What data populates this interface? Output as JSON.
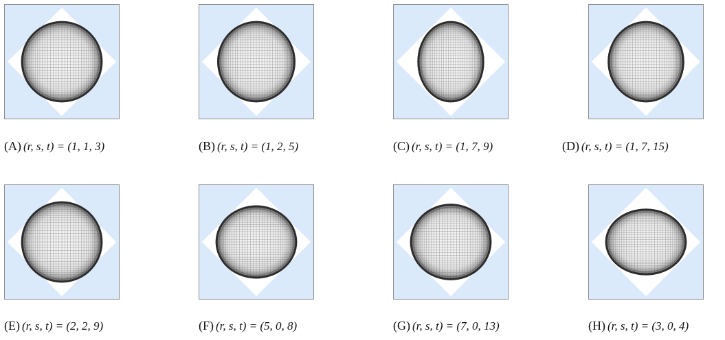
{
  "figure": {
    "panels": [
      {
        "id": "a",
        "letter": "(A)",
        "params": "(r, s, t) = (1, 1, 3)",
        "ellipse_ratio": [
          1.0,
          1.0
        ],
        "tilt": 0
      },
      {
        "id": "b",
        "letter": "(B)",
        "params": "(r, s, t) = (1, 2, 5)",
        "ellipse_ratio": [
          0.96,
          1.0
        ],
        "tilt": 0
      },
      {
        "id": "c",
        "letter": "(C)",
        "params": "(r, s, t) = (1, 7, 9)",
        "ellipse_ratio": [
          0.82,
          1.0
        ],
        "tilt": 0
      },
      {
        "id": "d",
        "letter": "(D)",
        "params": "(r, s, t) = (1, 7, 15)",
        "ellipse_ratio": [
          0.94,
          1.0
        ],
        "tilt": 0
      },
      {
        "id": "e",
        "letter": "(E)",
        "params": "(r, s, t) = (2, 2, 9)",
        "ellipse_ratio": [
          1.0,
          1.0
        ],
        "tilt": 0
      },
      {
        "id": "f",
        "letter": "(F)",
        "params": "(r, s, t) = (5, 0, 8)",
        "ellipse_ratio": [
          1.0,
          0.9
        ],
        "tilt": 0
      },
      {
        "id": "g",
        "letter": "(G)",
        "params": "(r, s, t) = (7, 0, 13)",
        "ellipse_ratio": [
          1.0,
          0.94
        ],
        "tilt": 0
      },
      {
        "id": "h",
        "letter": "(H)",
        "params": "(r, s, t) = (3, 0, 4)",
        "ellipse_ratio": [
          1.0,
          0.82
        ],
        "tilt": 0
      }
    ],
    "colors": {
      "background": "#dbeafb",
      "diamond": "#ffffff",
      "rim": "#1e1e1e",
      "mesh": "#7a7a7a",
      "frame": "#8c8c8c"
    }
  }
}
